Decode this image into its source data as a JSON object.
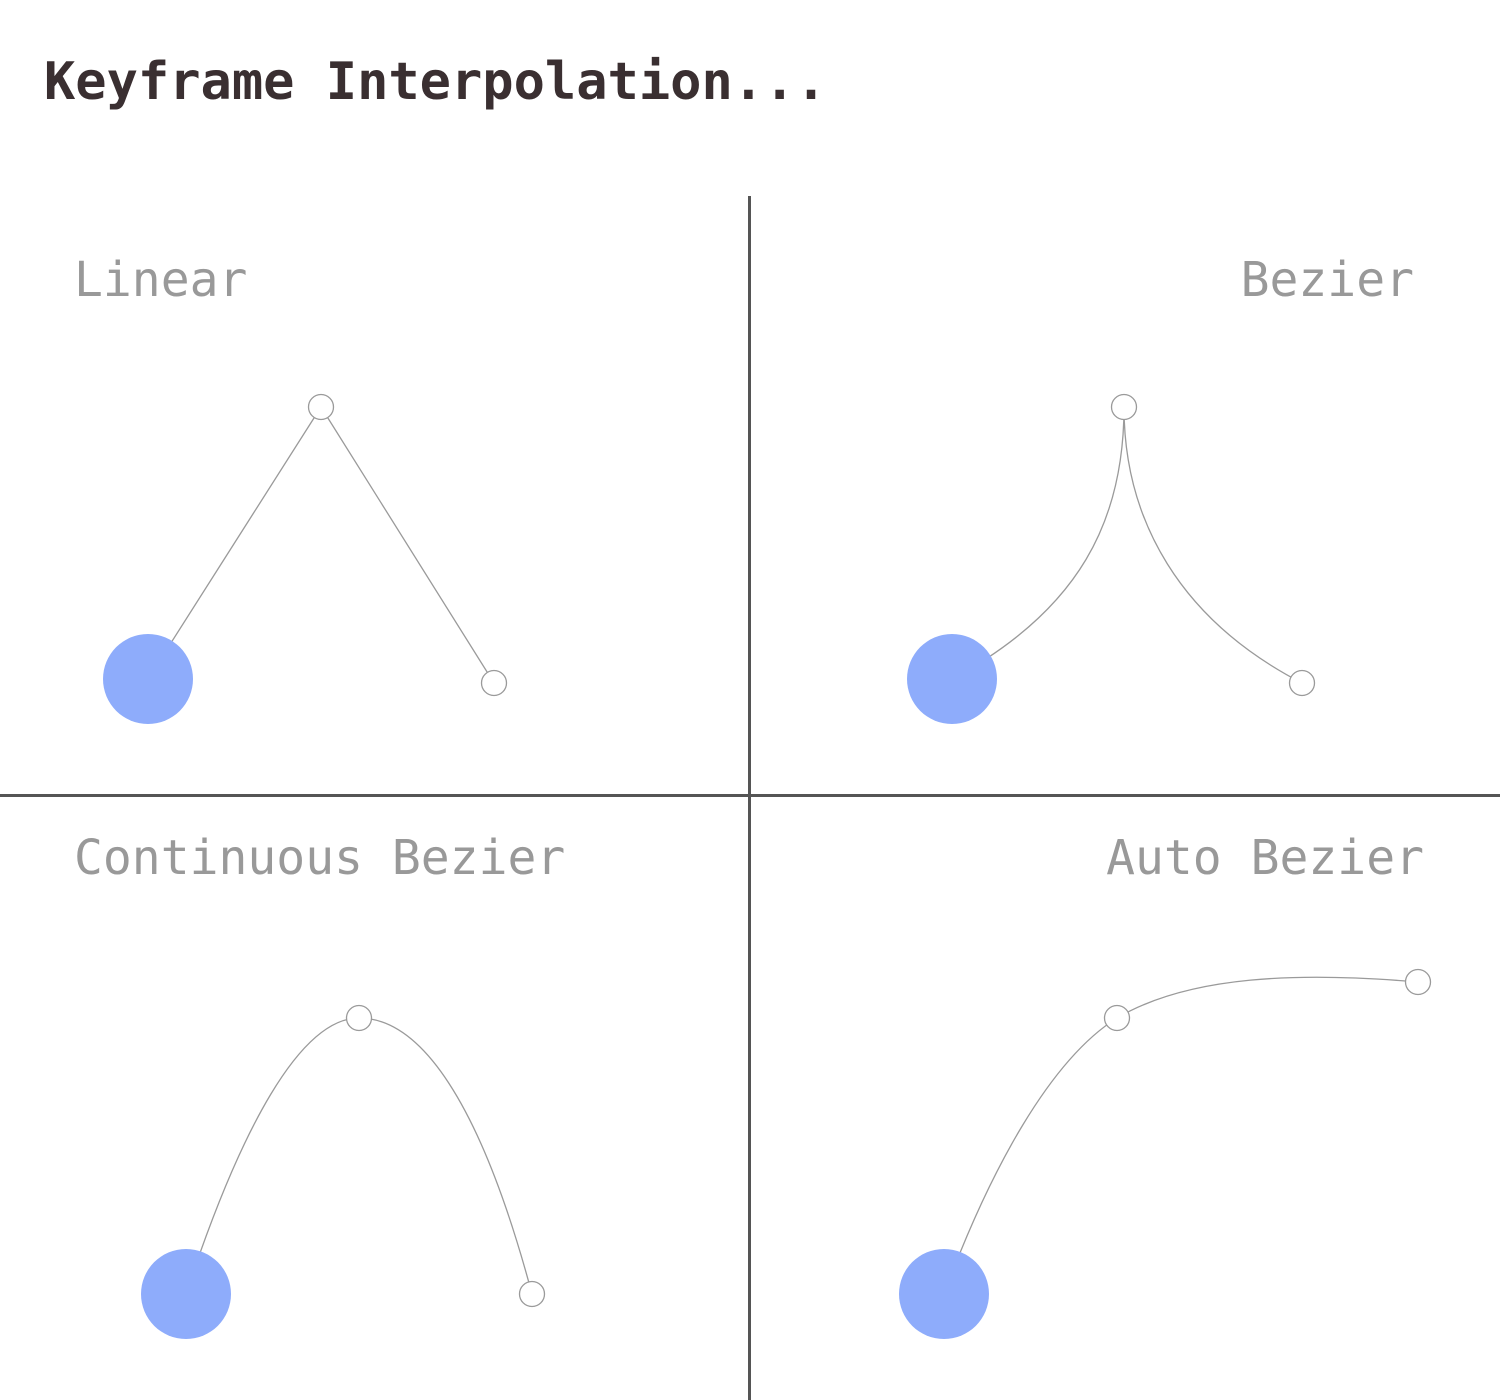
{
  "title": "Keyframe Interpolation...",
  "colors": {
    "ball": "#8eacfb",
    "path": "#9a9a9a",
    "label": "#999999",
    "title": "#3a2f31",
    "divider": "#555555"
  },
  "panels": [
    {
      "label": "Linear"
    },
    {
      "label": "Bezier"
    },
    {
      "label": "Continuous Bezier"
    },
    {
      "label": "Auto Bezier"
    }
  ]
}
